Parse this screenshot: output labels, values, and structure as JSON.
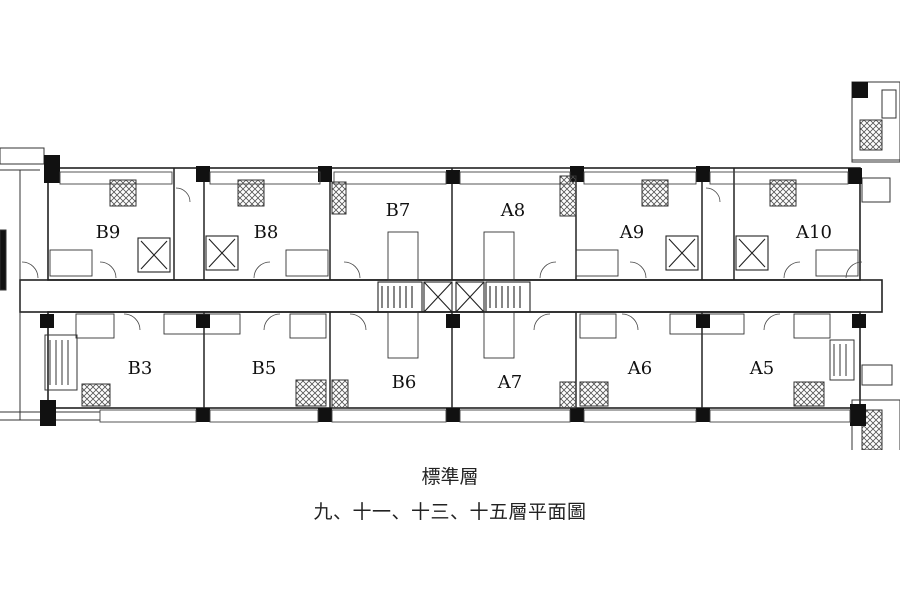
{
  "caption": {
    "title": "標準層",
    "subtitle": "九、十一、十三、十五層平面圖"
  },
  "units": {
    "B9": "B9",
    "B8": "B8",
    "B7": "B7",
    "A8": "A8",
    "A9": "A9",
    "A10": "A10",
    "B3": "B3",
    "B5": "B5",
    "B6": "B6",
    "A7": "A7",
    "A6": "A6",
    "A5": "A5"
  },
  "colors": {
    "wall": "#111111",
    "line": "#333333",
    "hatch": "#555555",
    "background": "#ffffff"
  }
}
